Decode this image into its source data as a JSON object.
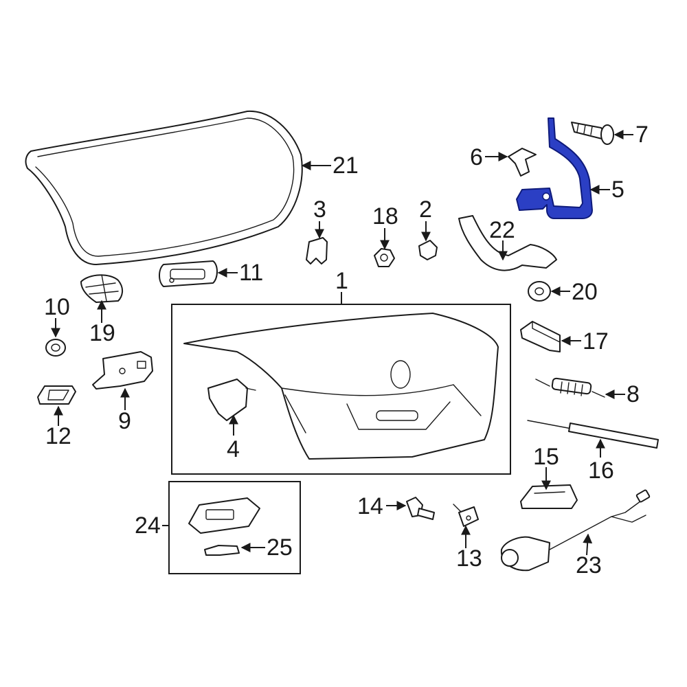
{
  "colors": {
    "highlight": "#2b3fc4",
    "line": "#1a1a1a",
    "background": "#ffffff"
  },
  "callouts": {
    "c1": "1",
    "c2": "2",
    "c3": "3",
    "c4": "4",
    "c5": "5",
    "c6": "6",
    "c7": "7",
    "c8": "8",
    "c9": "9",
    "c10": "10",
    "c11": "11",
    "c12": "12",
    "c13": "13",
    "c14": "14",
    "c15": "15",
    "c16": "16",
    "c17": "17",
    "c18": "18",
    "c19": "19",
    "c20": "20",
    "c21": "21",
    "c22": "22",
    "c23": "23",
    "c24": "24",
    "c25": "25"
  },
  "highlighted_part": "5"
}
